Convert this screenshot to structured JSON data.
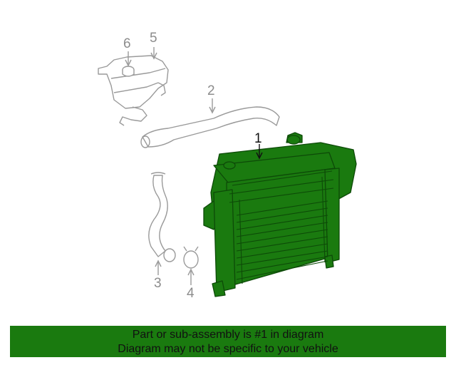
{
  "colors": {
    "highlight": "#1a7a0f",
    "highlight_dark": "#0d4a08",
    "outline": "#9a9a9a",
    "banner": "#1a7a0f"
  },
  "callouts": {
    "c1": "1",
    "c2": "2",
    "c3": "3",
    "c4": "4",
    "c5": "5",
    "c6": "6"
  },
  "banner": {
    "line1": "Part or sub-assembly is #1 in diagram",
    "line2": "Diagram may not be specific to your vehicle"
  }
}
